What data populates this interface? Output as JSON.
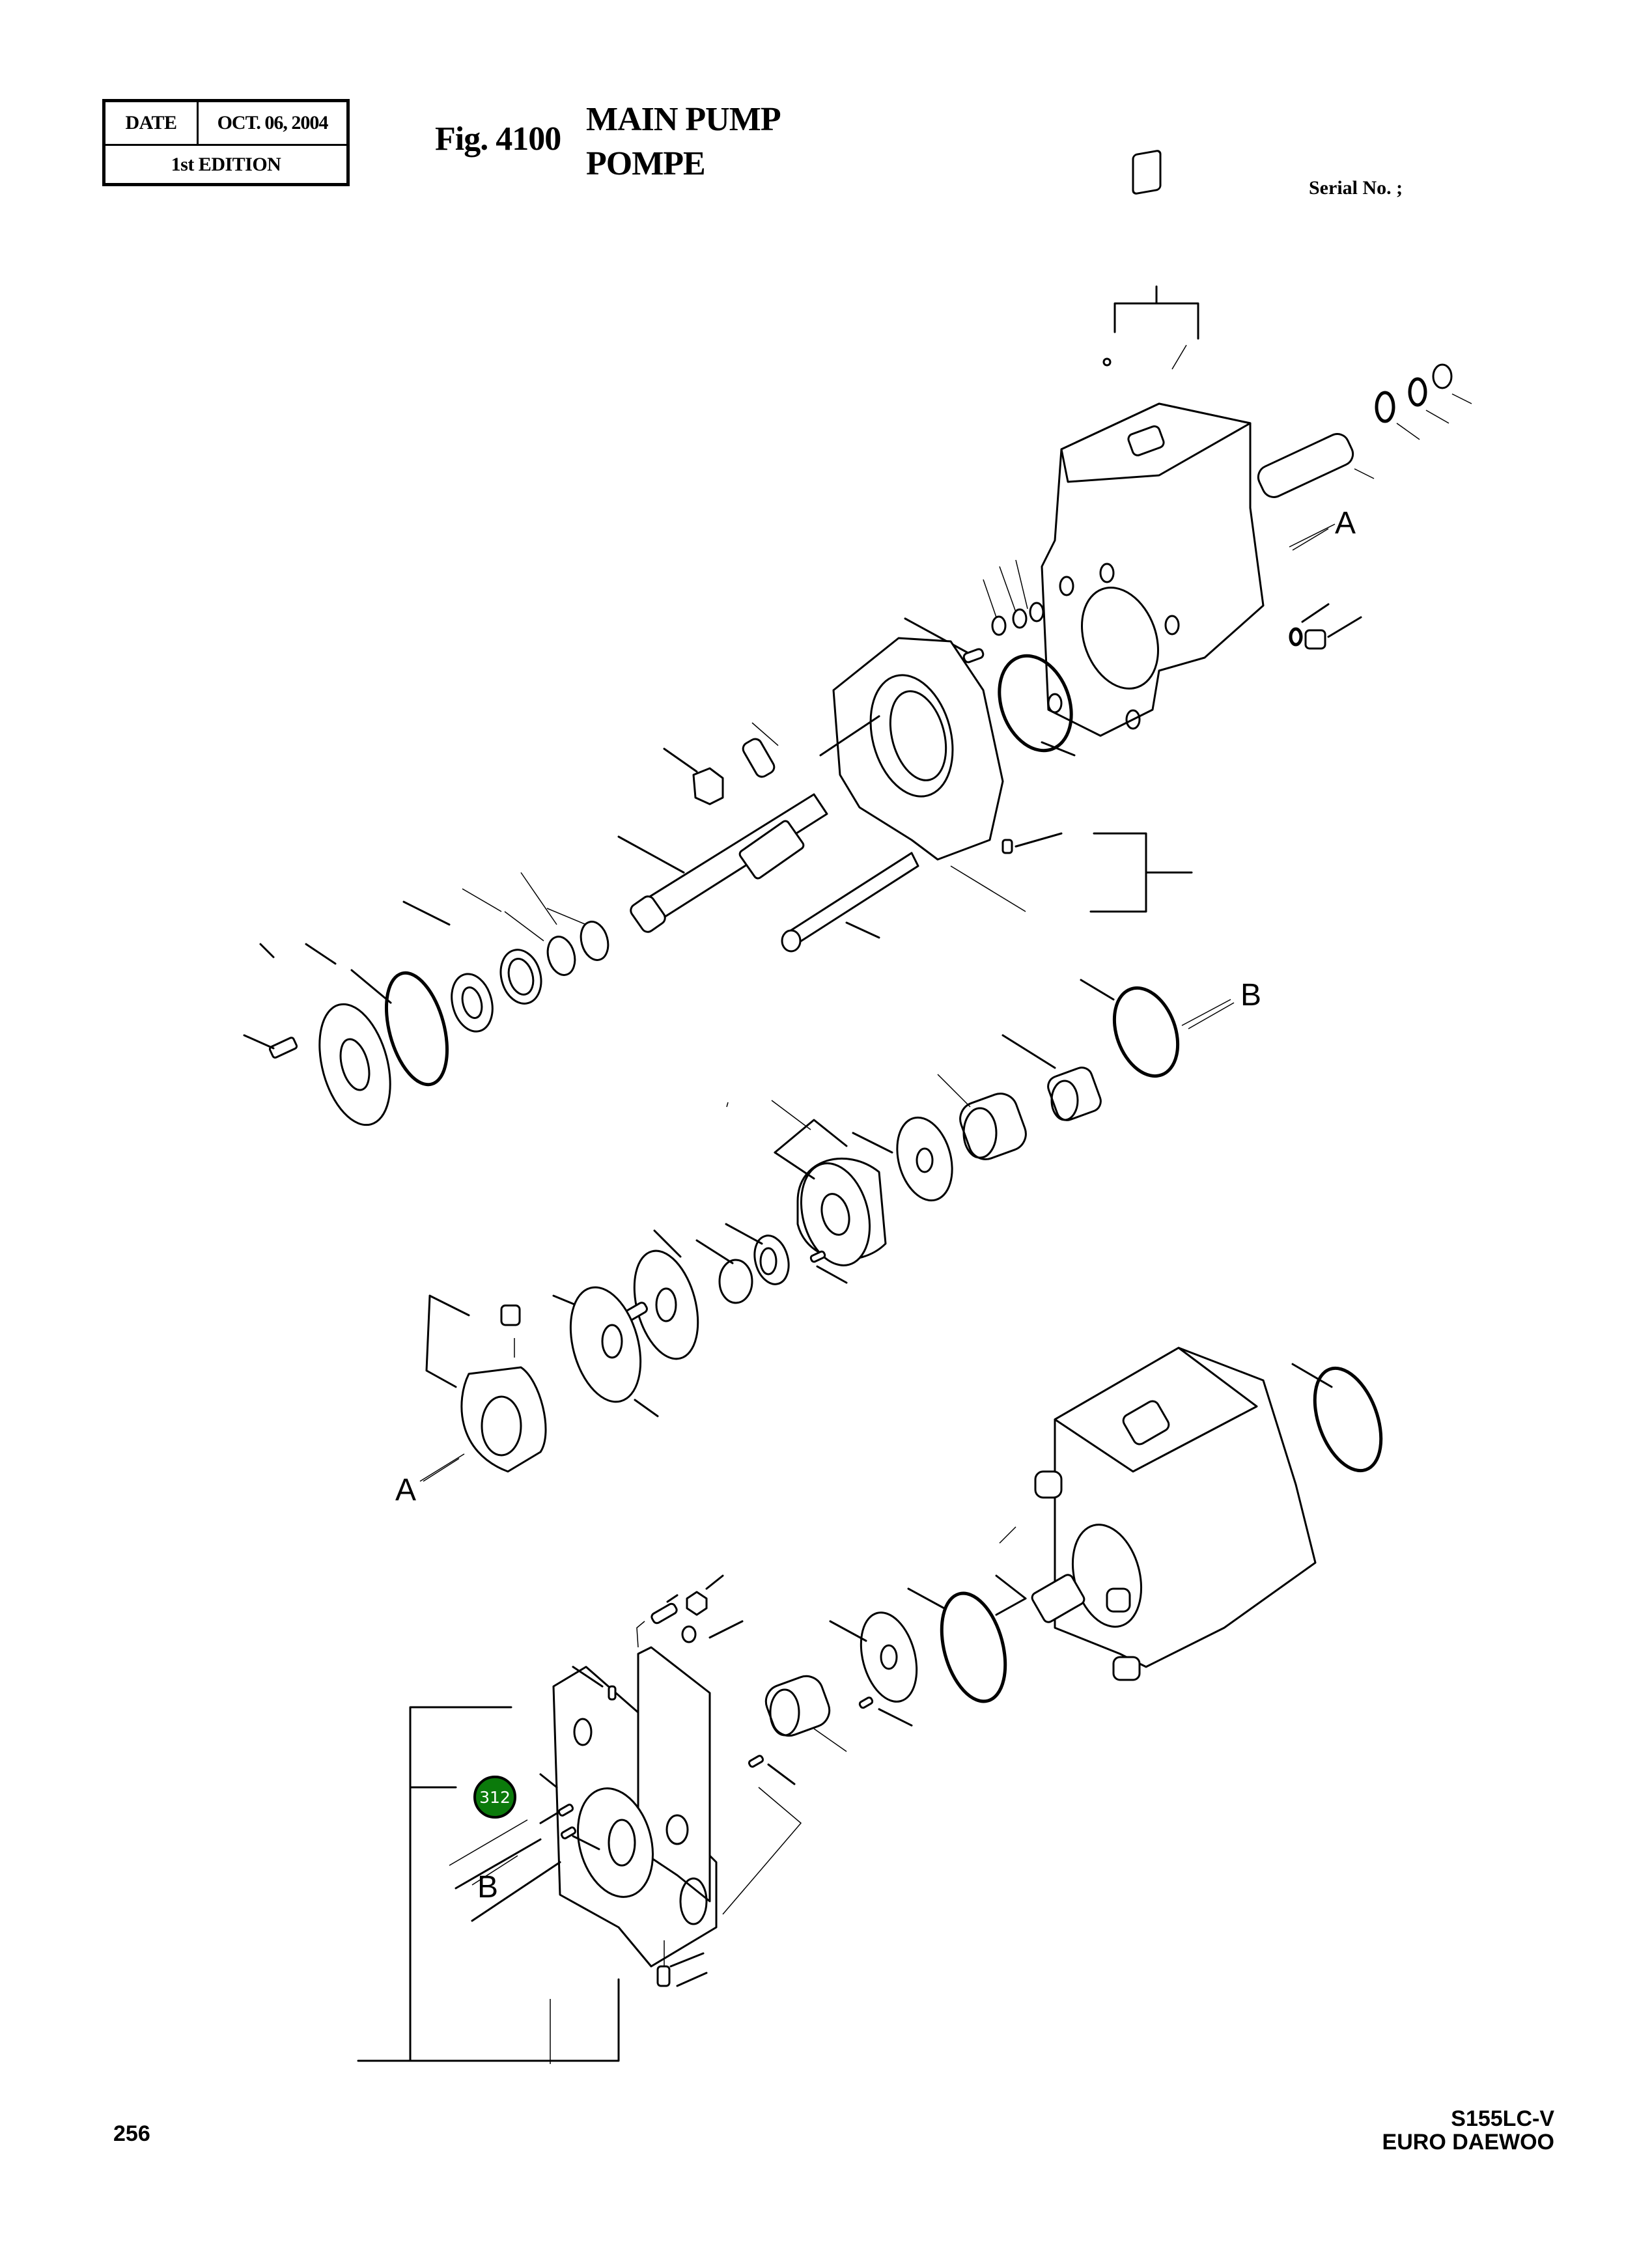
{
  "header": {
    "date_label": "DATE",
    "date_value": "OCT. 06, 2004",
    "edition": "1st EDITION",
    "figure_number": "Fig. 4100",
    "title_en": "MAIN PUMP",
    "title_fr": "POMPE",
    "serial_label": "Serial No. ;"
  },
  "diagram": {
    "reference_letters": [
      "A",
      "B",
      "A",
      "B"
    ],
    "callouts": [
      {
        "number": "312",
        "color": "#0b7a0b",
        "text_color": "#ffffff"
      }
    ]
  },
  "footer": {
    "page_number": "256",
    "model": "S155LC-V",
    "brand": "EURO DAEWOO"
  }
}
